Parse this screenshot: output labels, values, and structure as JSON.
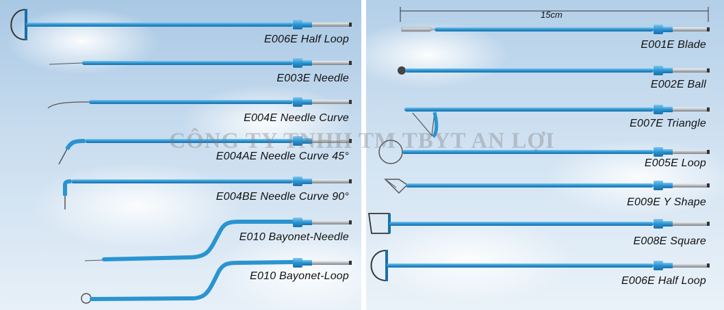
{
  "left_labels": [
    "E006E Half Loop",
    "E003E Needle",
    "E004E Needle Curve",
    "E004AE Needle Curve 45°",
    "E004BE Needle Curve 90°",
    "E010 Bayonet-Needle",
    "E010 Bayonet-Loop"
  ],
  "right_labels": [
    "E001E Blade",
    "E002E Ball",
    "E007E Triangle",
    "E005E Loop",
    "E009E Y Shape",
    "E008E Square",
    "E006E Half Loop"
  ],
  "scale_label": "15cm",
  "watermark": "CÔNG TY TNHH TM TBYT AN LỢI",
  "colors": {
    "shaft": "#2a94d1",
    "shaft_dark": "#1a6fa8",
    "metal": "#b8bcc0",
    "text": "#111111"
  }
}
